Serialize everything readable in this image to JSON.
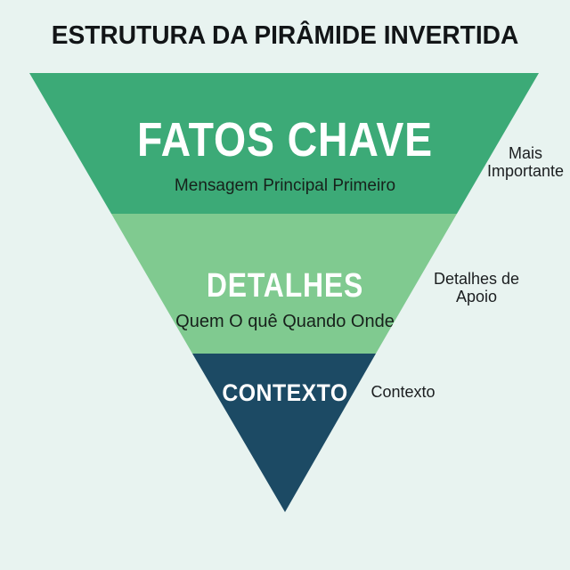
{
  "page": {
    "title": "ESTRUTURA DA PIRÂMIDE INVERTIDA",
    "background_color": "#E8F3F0",
    "title_color": "#121517"
  },
  "pyramid": {
    "type": "inverted-pyramid-diagram",
    "levels": [
      {
        "name": "fatos-chave",
        "heading": "FATOS CHAVE",
        "subheading": "Mensagem Principal Primeiro",
        "color": "#3CAA77",
        "text_color": "#FFFFFF",
        "side_label": "Mais Importante"
      },
      {
        "name": "detalhes",
        "heading": "DETALHES",
        "subheading": "Quem O quê Quando Onde",
        "color": "#80CA90",
        "text_color": "#FFFFFF",
        "side_label": "Detalhes de Apoio"
      },
      {
        "name": "contexto",
        "heading": "CONTEXTO",
        "color": "#1C4A64",
        "text_color": "#FFFFFF",
        "side_label": "Contexto"
      }
    ]
  }
}
